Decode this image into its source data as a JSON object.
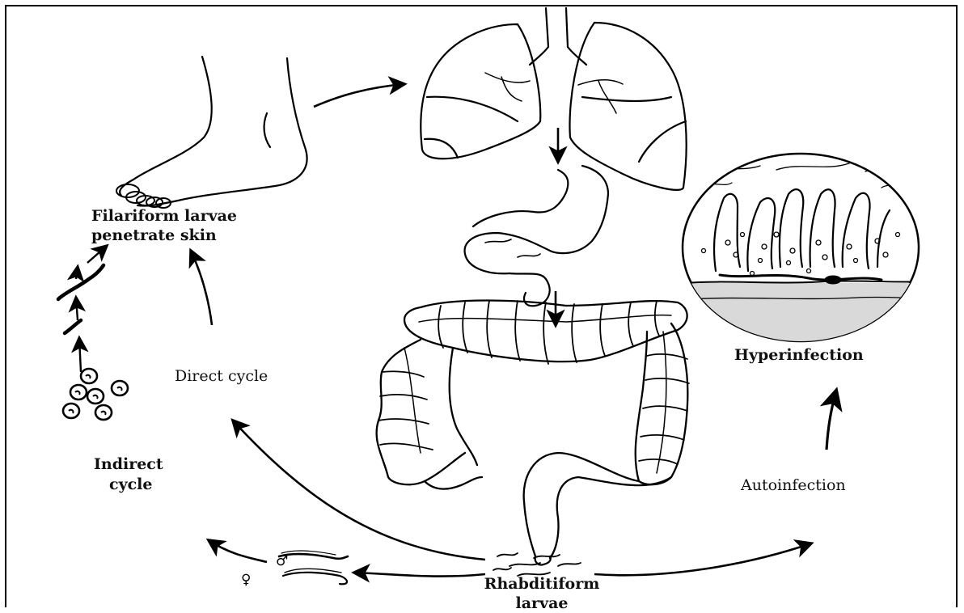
{
  "labels": {
    "filariform": "Filariform larvae",
    "penetrate": "penetrate skin",
    "direct_cycle": "Direct cycle",
    "indirect_1": "Indirect",
    "indirect_2": "cycle",
    "hyperinfection": "Hyperinfection",
    "autoinfection": "Autoinfection",
    "rhabditiform_1": "Rhabditiform",
    "rhabditiform_2": "larvae"
  },
  "symbols": {
    "male": "♂",
    "female": "♀"
  }
}
